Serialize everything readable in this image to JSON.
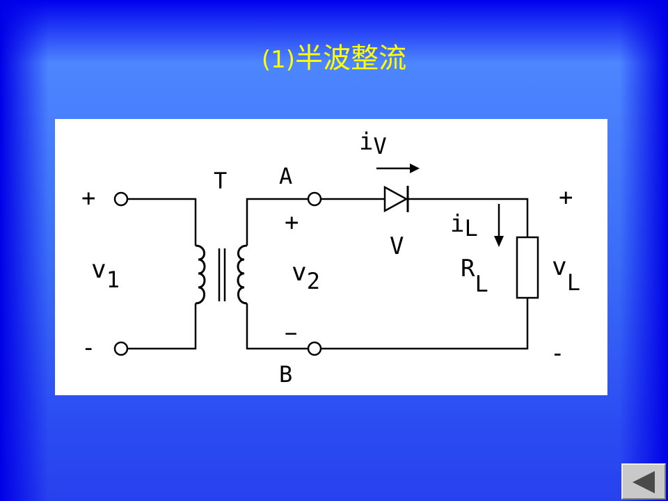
{
  "slide": {
    "title_num": "(1)",
    "title_text": "半波整流"
  },
  "circuit": {
    "v1_main": "v",
    "v1_sub": "1",
    "plus_in": "+",
    "minus_in": "-",
    "transformer": "T",
    "node_a": "A",
    "node_b": "B",
    "plus_sec": "+",
    "minus_sec": "−",
    "v2_main": "v",
    "v2_sub": "2",
    "iv_main": "i",
    "iv_sub": "V",
    "diode": "V",
    "il_main": "i",
    "il_sub": "L",
    "rl_main": "R",
    "rl_sub": "L",
    "vl_main": "v",
    "vl_sub": "L",
    "plus_out": "+",
    "minus_out": "-"
  },
  "nav": {
    "back_icon": "left-triangle-icon"
  }
}
